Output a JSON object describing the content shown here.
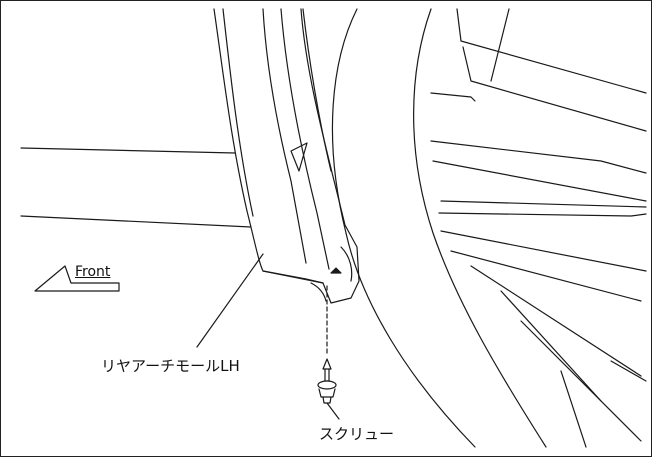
{
  "diagram": {
    "front_label": "Front",
    "part_molding": "リヤアーチモールLH",
    "part_screw": "スクリュー"
  }
}
